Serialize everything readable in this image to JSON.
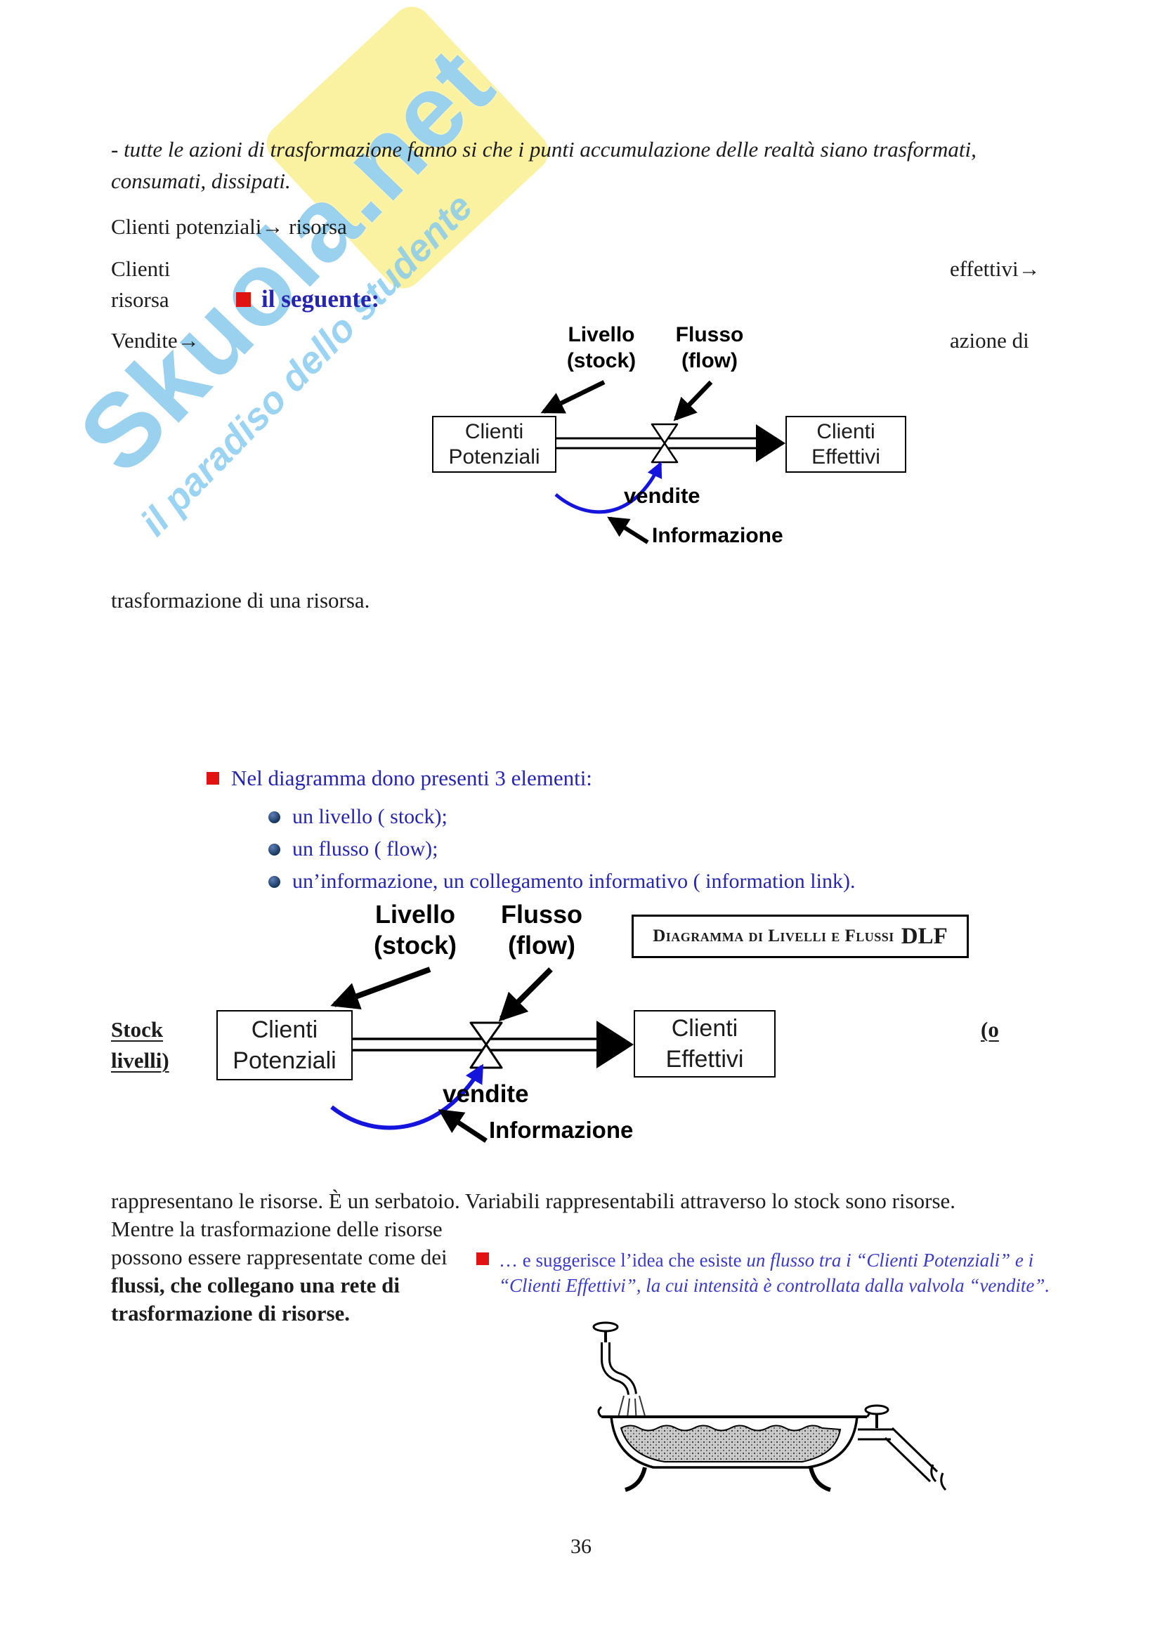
{
  "colors": {
    "bullet_red": "#e11212",
    "text_blue": "#2525b0",
    "note_blue": "#3a3ac8",
    "diagram_arrow_blue": "#1414dd",
    "watermark_blue": "#7dc4eb",
    "watermark_yellow": "#faee82"
  },
  "watermark": {
    "brand": "Skuola.net",
    "tagline": "il paradiso dello studente"
  },
  "intro": {
    "italic_line1": "- tutte le azioni di trasformazione fanno si che i punti accumulazione delle realtà siano trasformati,",
    "italic_line2": "consumati, dissipati.",
    "clienti_potenziali_line": "Clienti potenziali→ risorsa",
    "clienti_word": "Clienti",
    "effettivi_word": "effettivi→",
    "risorsa_word": "risorsa",
    "il_seguente": "il seguente:",
    "vendite_word": "Vendite→",
    "azione_di_word": "azione di",
    "trasformazione_line": "trasformazione di una risorsa."
  },
  "diagram1": {
    "livello_l1": "Livello",
    "livello_l2": "(stock)",
    "flusso_l1": "Flusso",
    "flusso_l2": "(flow)",
    "box_left_l1": "Clienti",
    "box_left_l2": "Potenziali",
    "box_right_l1": "Clienti",
    "box_right_l2": "Effettivi",
    "vendite": "vendite",
    "informazione": "Informazione"
  },
  "elements": {
    "heading": "Nel diagramma dono presenti 3 elementi:",
    "items": [
      {
        "label": "un livello ( stock);"
      },
      {
        "label": "un flusso ( flow);"
      },
      {
        "label": "un’informazione, un collegamento informativo ( information link)."
      }
    ]
  },
  "diagram2": {
    "livello_l1": "Livello",
    "livello_l2": "(stock)",
    "flusso_l1": "Flusso",
    "flusso_l2": "(flow)",
    "dlf_title": "Diagramma di Livelli e Flussi",
    "dlf_acronym": "DLF",
    "box_left_l1": "Clienti",
    "box_left_l2": "Potenziali",
    "box_right_l1": "Clienti",
    "box_right_l2": "Effettivi",
    "vendite": "vendite",
    "informazione": "Informazione"
  },
  "stock_note": {
    "left_l1": "Stock",
    "right": "(o",
    "left_l2": "livelli)"
  },
  "body": {
    "line1": "rappresentano le risorse. È un serbatoio. Variabili rappresentabili attraverso lo stock sono risorse.",
    "normal_part": "Mentre la trasformazione delle risorse possono essere rappresentate come dei ",
    "bold_part": "flussi, che collegano una rete di trasformazione di risorse."
  },
  "note": {
    "prefix": "… e suggerisce l’idea che esiste ",
    "rest": "un flusso tra i “Clienti Potenziali” e i “Clienti Effettivi”, la cui intensità è controllata dalla valvola “vendite”."
  },
  "page": {
    "number": "36"
  }
}
